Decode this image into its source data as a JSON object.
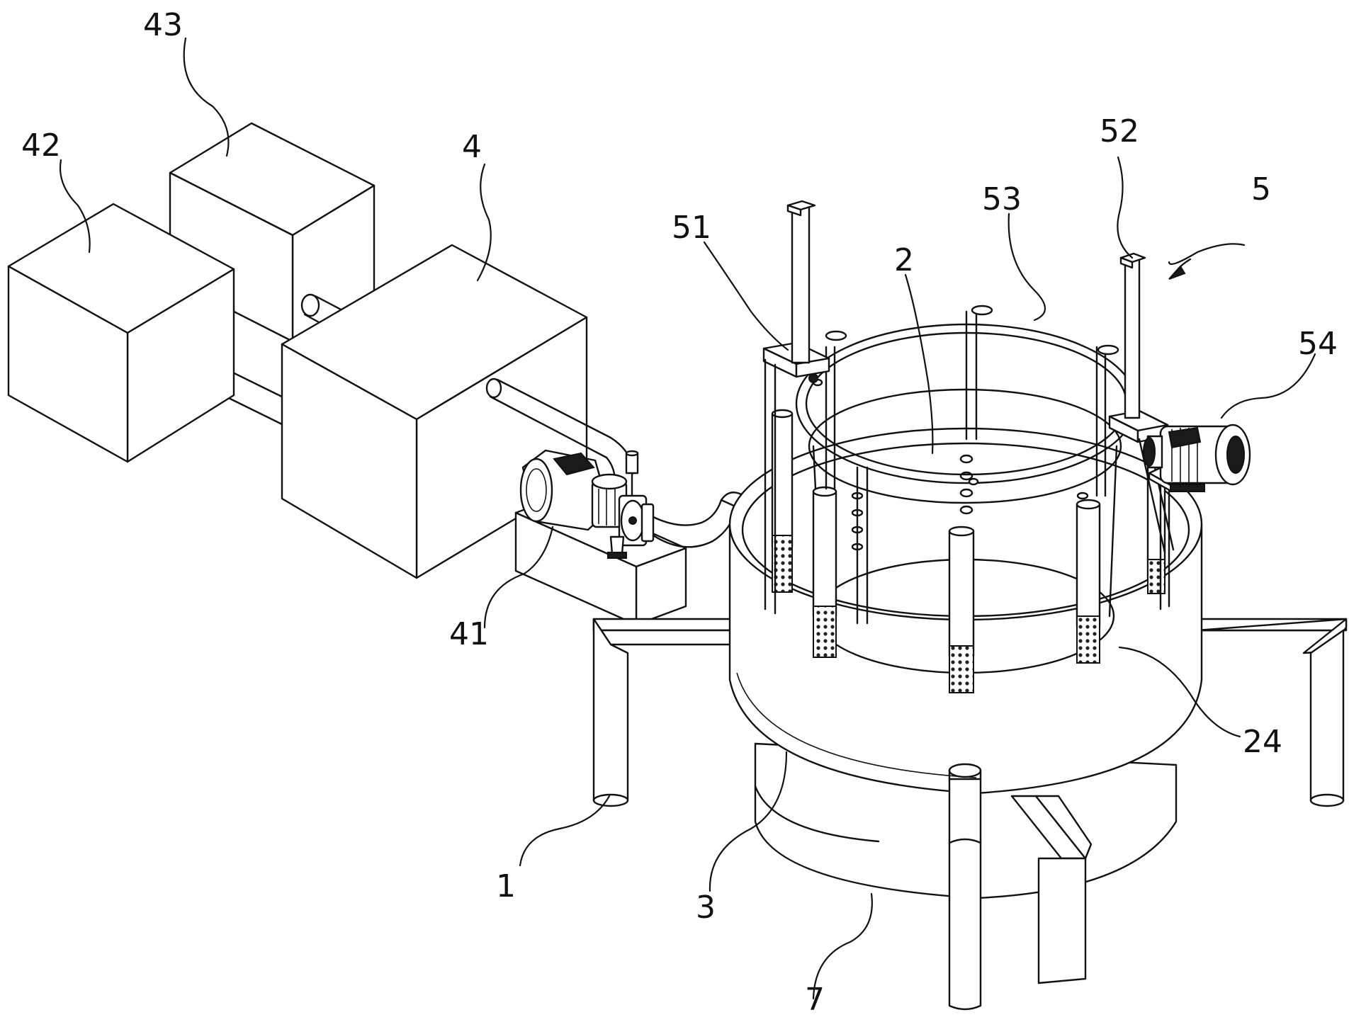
{
  "labels": {
    "l1": "1",
    "l2": "2",
    "l3": "3",
    "l4": "4",
    "l5": "5",
    "l7": "7",
    "l24": "24",
    "l41": "41",
    "l42": "42",
    "l43": "43",
    "l51": "51",
    "l52": "52",
    "l53": "53",
    "l54": "54"
  }
}
